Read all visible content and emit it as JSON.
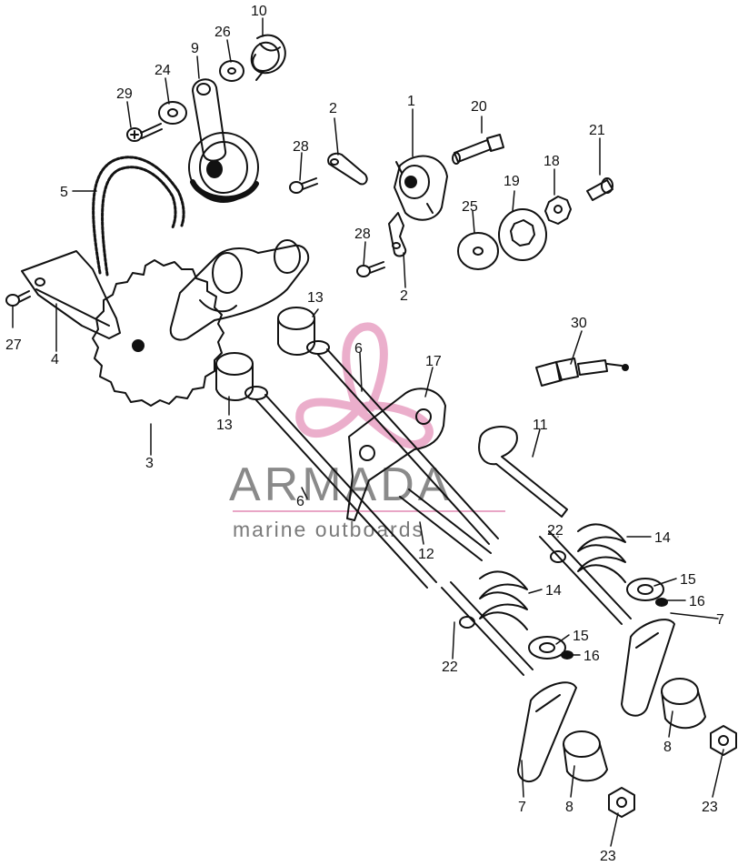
{
  "watermark": {
    "brand": "ARMADA",
    "tagline": "marine outboards",
    "logo_color": "#e9a6c6",
    "text_color": "#8a8a8a",
    "rule_color": "#e9a6c6"
  },
  "callouts": [
    {
      "n": "10"
    },
    {
      "n": "26"
    },
    {
      "n": "9"
    },
    {
      "n": "24"
    },
    {
      "n": "29"
    },
    {
      "n": "2"
    },
    {
      "n": "1"
    },
    {
      "n": "20"
    },
    {
      "n": "21"
    },
    {
      "n": "28"
    },
    {
      "n": "18"
    },
    {
      "n": "19"
    },
    {
      "n": "5"
    },
    {
      "n": "25"
    },
    {
      "n": "28"
    },
    {
      "n": "2"
    },
    {
      "n": "27"
    },
    {
      "n": "4"
    },
    {
      "n": "13"
    },
    {
      "n": "30"
    },
    {
      "n": "6"
    },
    {
      "n": "17"
    },
    {
      "n": "13"
    },
    {
      "n": "3"
    },
    {
      "n": "11"
    },
    {
      "n": "6"
    },
    {
      "n": "22"
    },
    {
      "n": "14"
    },
    {
      "n": "12"
    },
    {
      "n": "15"
    },
    {
      "n": "16"
    },
    {
      "n": "7"
    },
    {
      "n": "14"
    },
    {
      "n": "15"
    },
    {
      "n": "22"
    },
    {
      "n": "16"
    },
    {
      "n": "8"
    },
    {
      "n": "7"
    },
    {
      "n": "8"
    },
    {
      "n": "23"
    },
    {
      "n": "23"
    }
  ]
}
